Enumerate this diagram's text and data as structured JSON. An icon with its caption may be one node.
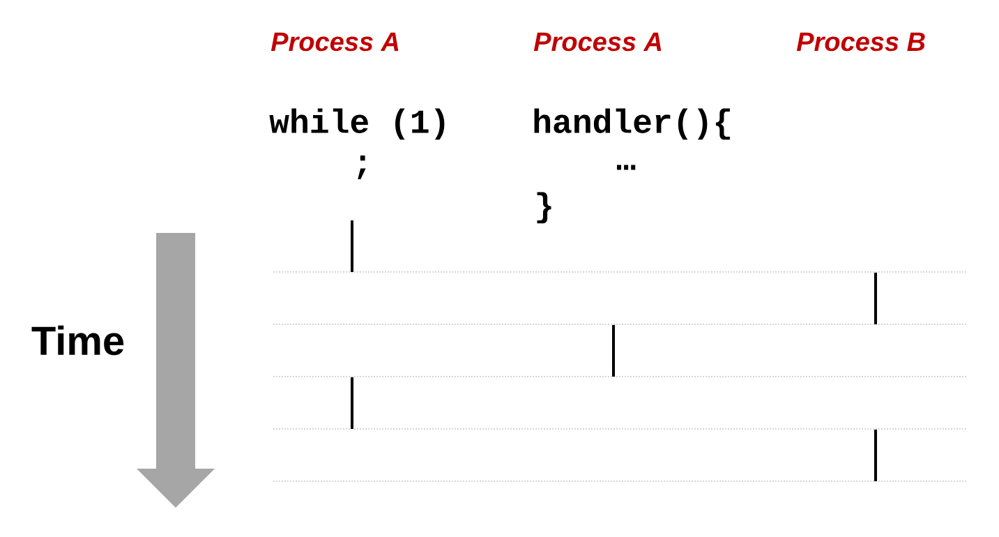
{
  "diagram": {
    "labels": [
      "Process A",
      "Process A",
      "Process B",
      "while (1)",
      "handler(){",
      ";",
      "…",
      "}",
      "Time"
    ]
  }
}
